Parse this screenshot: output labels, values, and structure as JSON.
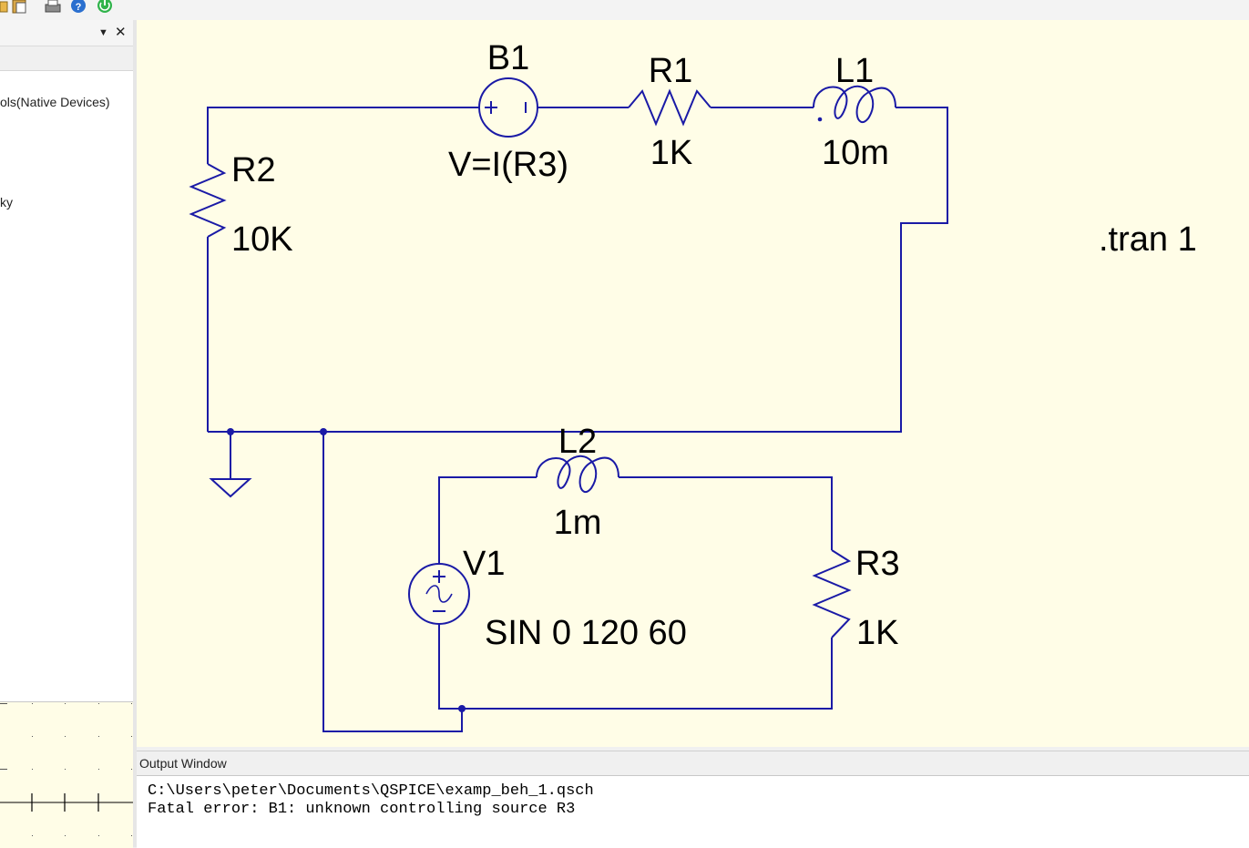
{
  "toolbar": {
    "icons": [
      "folder-icon",
      "paste-icon",
      "print-icon",
      "help-icon",
      "power-icon"
    ]
  },
  "left_panel": {
    "dropdown_glyph": "▼",
    "close_glyph": "✕",
    "tree_items": [
      "ols(Native Devices)",
      "ky"
    ]
  },
  "schematic": {
    "components": {
      "b1": {
        "name": "B1",
        "value": "V=I(R3)"
      },
      "r1": {
        "name": "R1",
        "value": "1K"
      },
      "l1": {
        "name": "L1",
        "value": "10m"
      },
      "r2": {
        "name": "R2",
        "value": "10K"
      },
      "l2": {
        "name": "L2",
        "value": "1m"
      },
      "v1": {
        "name": "V1",
        "value": "SIN 0 120 60"
      },
      "r3": {
        "name": "R3",
        "value": "1K"
      }
    },
    "directive": ".tran 1",
    "wire_color": "#1a1aa6",
    "background": "#fffde7"
  },
  "output_window": {
    "title": "Output Window",
    "lines": [
      "C:\\Users\\peter\\Documents\\QSPICE\\examp_beh_1.qsch",
      "Fatal error: B1: unknown controlling source R3"
    ]
  }
}
